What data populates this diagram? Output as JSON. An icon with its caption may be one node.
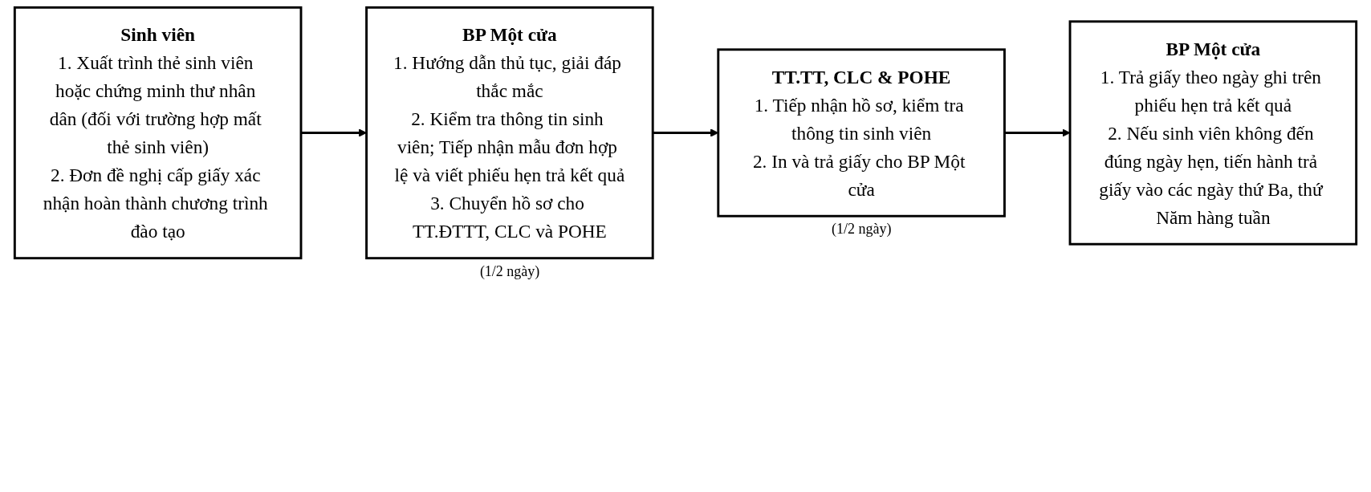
{
  "diagram": {
    "nodes": [
      {
        "text": [
          "Sinh viên",
          "1. Xuất trình thẻ sinh viên hoặc chứng minh thư nhân dân (đối với trường hợp mất thẻ sinh viên)",
          "2. Đơn đề nghị cấp giấy xác nhận hoàn thành chương trình đào tạo"
        ]
      },
      {
        "text": [
          "BP Một cửa",
          "1. Hướng dẫn thủ tục, giải đáp thắc mắc",
          "2. Kiểm tra thông tin sinh viên; Tiếp nhận mẫu đơn hợp lệ và viết phiếu hẹn trả kết quả",
          "3. Chuyển hồ sơ cho TT.ĐTTT, CLC và POHE"
        ],
        "beside": [
          "(1/2 ngày)"
        ]
      },
      {
        "text": [
          "TT.TT, CLC & POHE",
          "1. Tiếp nhận hồ sơ, kiểm tra thông tin sinh viên",
          "2. In và trả giấy cho BP Một cửa"
        ],
        "beside": [
          "(1/2 ngày)"
        ]
      },
      {
        "text": [
          "BP Một cửa",
          "1. Trả giấy theo ngày ghi trên phiếu hẹn trả kết quả",
          "2. Nếu sinh viên không đến đúng ngày hẹn, tiến hành trả giấy vào các ngày thứ Ba, thứ Năm hàng tuần"
        ]
      }
    ],
    "edges": [
      {
        "from": 0,
        "to": 1,
        "arrow": "to"
      },
      {
        "from": 1,
        "to": 2,
        "arrow": "to"
      },
      {
        "from": 2,
        "to": 3,
        "arrow": "to"
      }
    ]
  }
}
